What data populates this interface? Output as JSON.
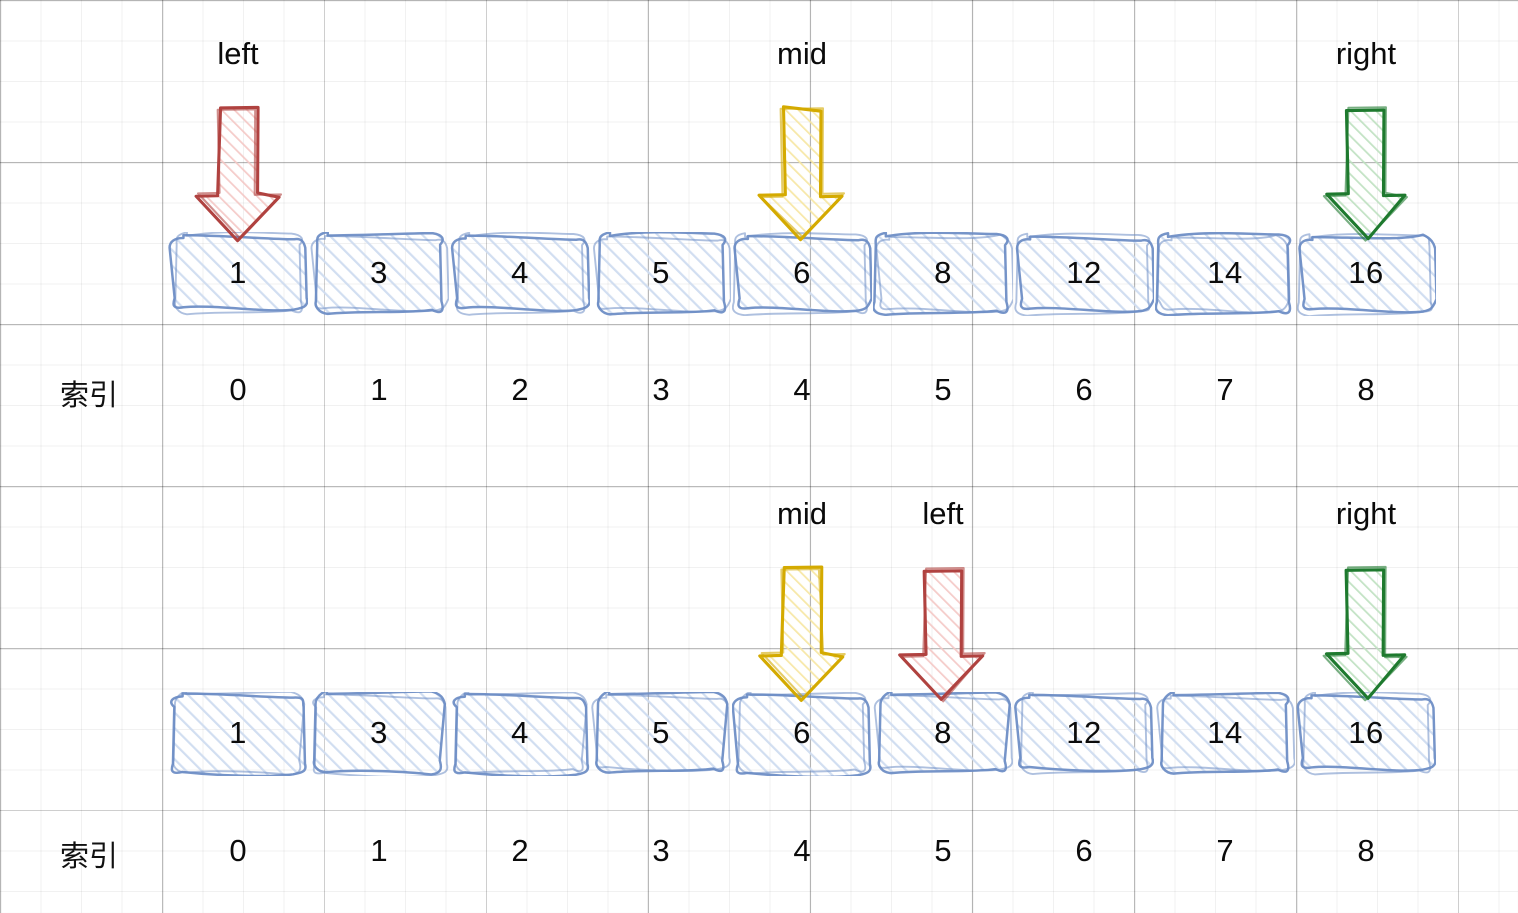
{
  "diagram": {
    "title": "binary-search-pointer-walkthrough",
    "index_caption": "索引",
    "array_values": [
      "1",
      "3",
      "4",
      "5",
      "6",
      "8",
      "12",
      "14",
      "16"
    ],
    "indices": [
      "0",
      "1",
      "2",
      "3",
      "4",
      "5",
      "6",
      "7",
      "8"
    ],
    "colors": {
      "left_pointer": "#b04240",
      "left_pointer_fill": "#f4c7c4",
      "mid_pointer": "#d4aa00",
      "mid_pointer_fill": "#f6e6a0",
      "right_pointer": "#1e7a2e",
      "right_pointer_fill": "#bde0bf",
      "box_stroke": "#6b8cc4",
      "box_fill": "#cfdcf0",
      "text": "#0b0b0b",
      "grid_minor": "#f0f0f0",
      "grid_major": "#bfbfbf"
    },
    "rows": [
      {
        "name": "step-1",
        "pointers": [
          {
            "name": "left",
            "label": "left",
            "index": 0,
            "color": "left"
          },
          {
            "name": "mid",
            "label": "mid",
            "index": 4,
            "color": "mid"
          },
          {
            "name": "right",
            "label": "right",
            "index": 8,
            "color": "right"
          }
        ]
      },
      {
        "name": "step-2",
        "pointers": [
          {
            "name": "mid",
            "label": "mid",
            "index": 4,
            "color": "mid"
          },
          {
            "name": "left",
            "label": "left",
            "index": 5,
            "color": "left"
          },
          {
            "name": "right",
            "label": "right",
            "index": 8,
            "color": "right"
          }
        ]
      }
    ]
  }
}
